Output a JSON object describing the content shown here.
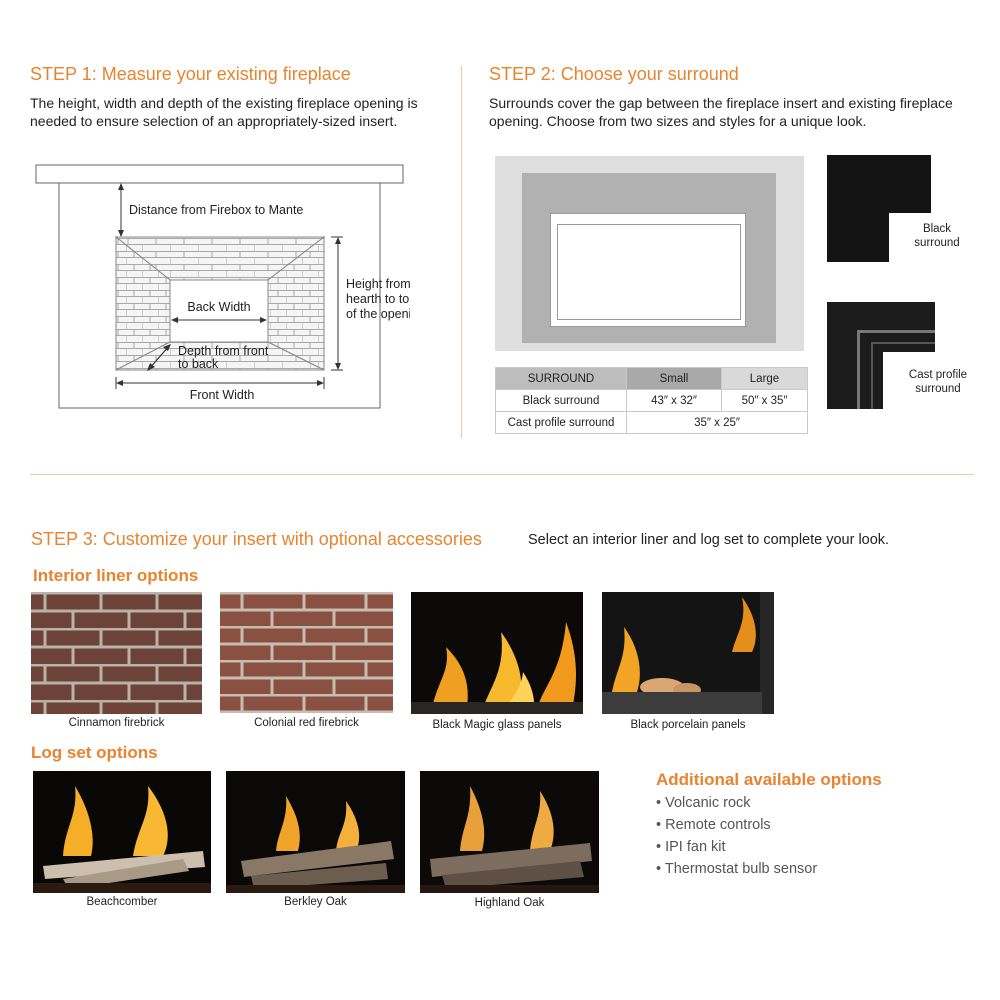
{
  "step1": {
    "title": "STEP 1: Measure your existing fireplace",
    "description": "The height, width and depth of the existing fireplace opening is needed to ensure selection of an appropriately-sized insert.",
    "diagram": {
      "distance_label": "Distance from Firebox to Mante",
      "back_width_label": "Back Width",
      "height_label_1": "Height from",
      "height_label_2": "hearth to top",
      "height_label_3": "of the opening",
      "depth_label_1": "Depth from front",
      "depth_label_2": "to back",
      "front_width_label": "Front Width"
    }
  },
  "step2": {
    "title": "STEP 2: Choose your surround",
    "description": "Surrounds cover the gap between the fireplace insert and existing fireplace opening. Choose from two sizes and styles for a unique look.",
    "black_caption_1": "Black",
    "black_caption_2": "surround",
    "cast_caption_1": "Cast profile",
    "cast_caption_2": "surround",
    "table": {
      "headers": [
        "SURROUND",
        "Small",
        "Large"
      ],
      "rows": [
        {
          "name": "Black surround",
          "small": "43″ x 32″",
          "large": "50″ x 35″"
        },
        {
          "name": "Cast profile surround",
          "both": "35″ x 25″"
        }
      ]
    }
  },
  "step3": {
    "title": "STEP 3: Customize your insert with optional accessories",
    "subtitle": "Select an interior liner and log set to complete your look.",
    "liner_heading": "Interior liner options",
    "liners": [
      "Cinnamon firebrick",
      "Colonial red firebrick",
      "Black Magic glass panels",
      "Black porcelain panels"
    ],
    "log_heading": "Log set options",
    "logs": [
      "Beachcomber",
      "Berkley Oak",
      "Highland Oak"
    ],
    "additional_heading": "Additional available options",
    "additional": [
      "Volcanic rock",
      "Remote controls",
      "IPI fan kit",
      "Thermostat bulb sensor"
    ]
  },
  "colors": {
    "accent": "#e8832f",
    "divider": "#f0c89e"
  }
}
